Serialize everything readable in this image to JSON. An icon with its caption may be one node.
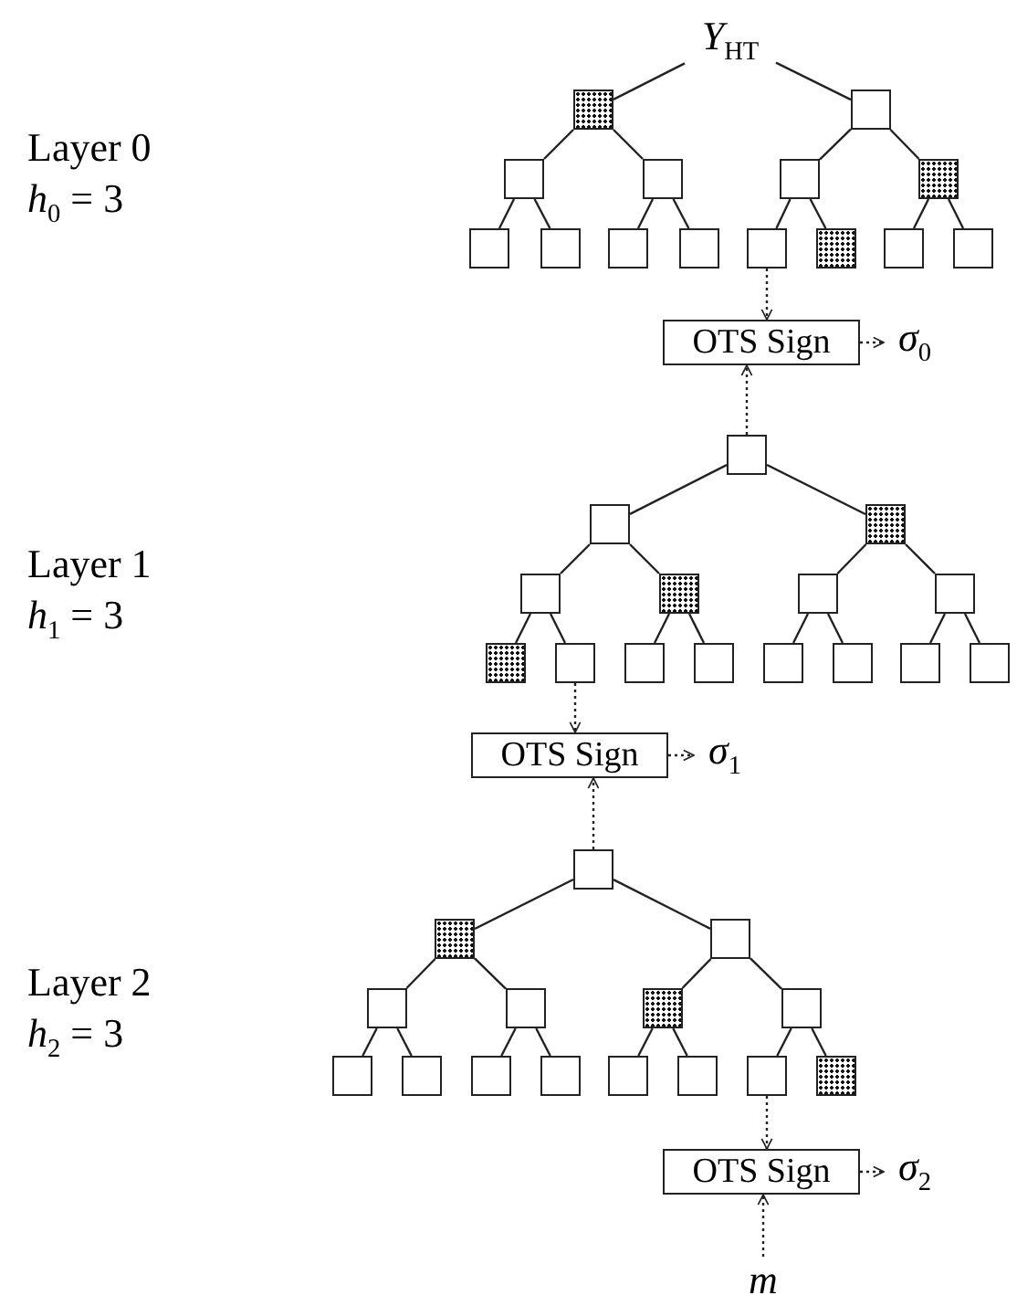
{
  "diagram": {
    "nodes": [
      {
        "text": [
          "Y$_{HT}$"
        ]
      },
      {
        "text": [],
        "shape": "box"
      },
      {
        "text": [],
        "shape": "box"
      },
      {
        "text": [],
        "shape": "box"
      },
      {
        "text": [],
        "shape": "box"
      },
      {
        "text": [],
        "shape": "box"
      },
      {
        "text": [],
        "shape": "box"
      },
      {
        "text": [],
        "shape": "box"
      },
      {
        "text": [],
        "shape": "box"
      },
      {
        "text": [],
        "shape": "box"
      },
      {
        "text": [],
        "shape": "box"
      },
      {
        "text": [],
        "shape": "box"
      },
      {
        "text": [],
        "shape": "box"
      },
      {
        "text": [],
        "shape": "box"
      },
      {
        "text": [],
        "shape": "box"
      },
      {
        "text": [
          "OTS Sign"
        ]
      },
      {
        "text": [
          "σ$_{0}$"
        ]
      },
      {
        "text": [],
        "shape": "box"
      },
      {
        "text": [],
        "shape": "box"
      },
      {
        "text": [],
        "shape": "box"
      },
      {
        "text": [],
        "shape": "box"
      },
      {
        "text": [],
        "shape": "box"
      },
      {
        "text": [],
        "shape": "box"
      },
      {
        "text": [],
        "shape": "box"
      },
      {
        "text": [],
        "shape": "box"
      },
      {
        "text": [],
        "shape": "box"
      },
      {
        "text": [],
        "shape": "box"
      },
      {
        "text": [],
        "shape": "box"
      },
      {
        "text": [],
        "shape": "box"
      },
      {
        "text": [],
        "shape": "box"
      },
      {
        "text": [],
        "shape": "box"
      },
      {
        "text": [],
        "shape": "box"
      },
      {
        "text": [
          "OTS Sign"
        ]
      },
      {
        "text": [
          "σ$_{1}$"
        ]
      },
      {
        "text": [],
        "shape": "box"
      },
      {
        "text": [],
        "shape": "box"
      },
      {
        "text": [],
        "shape": "box"
      },
      {
        "text": [],
        "shape": "box"
      },
      {
        "text": [],
        "shape": "box"
      },
      {
        "text": [],
        "shape": "box"
      },
      {
        "text": [],
        "shape": "box"
      },
      {
        "text": [],
        "shape": "box"
      },
      {
        "text": [],
        "shape": "box"
      },
      {
        "text": [],
        "shape": "box"
      },
      {
        "text": [],
        "shape": "box"
      },
      {
        "text": [],
        "shape": "box"
      },
      {
        "text": [],
        "shape": "box"
      },
      {
        "text": [],
        "shape": "box"
      },
      {
        "text": [],
        "shape": "box"
      },
      {
        "text": [
          "OTS Sign"
        ]
      },
      {
        "text": [
          "σ$_{2}$"
        ]
      },
      {
        "text": [
          "m"
        ]
      }
    ],
    "edges": [
      {
        "from": 0,
        "to": 1,
        "arrow": "none"
      },
      {
        "from": 0,
        "to": 2,
        "arrow": "none"
      },
      {
        "from": 1,
        "to": 3,
        "arrow": "none"
      },
      {
        "from": 1,
        "to": 4,
        "arrow": "none"
      },
      {
        "from": 2,
        "to": 5,
        "arrow": "none"
      },
      {
        "from": 2,
        "to": 6,
        "arrow": "none"
      },
      {
        "from": 3,
        "to": 7,
        "arrow": "none"
      },
      {
        "from": 3,
        "to": 8,
        "arrow": "none"
      },
      {
        "from": 4,
        "to": 9,
        "arrow": "none"
      },
      {
        "from": 4,
        "to": 10,
        "arrow": "none"
      },
      {
        "from": 5,
        "to": 11,
        "arrow": "none"
      },
      {
        "from": 5,
        "to": 12,
        "arrow": "none"
      },
      {
        "from": 6,
        "to": 13,
        "arrow": "none"
      },
      {
        "from": 6,
        "to": 14,
        "arrow": "none"
      },
      {
        "from": 11,
        "to": 15,
        "arrow": "to",
        "style": "dashed"
      },
      {
        "from": 15,
        "to": 16,
        "arrow": "to",
        "style": "dashed"
      },
      {
        "from": 17,
        "to": 15,
        "arrow": "to",
        "style": "dashed"
      },
      {
        "from": 17,
        "to": 18,
        "arrow": "none"
      },
      {
        "from": 17,
        "to": 19,
        "arrow": "none"
      },
      {
        "from": 18,
        "to": 20,
        "arrow": "none"
      },
      {
        "from": 18,
        "to": 21,
        "arrow": "none"
      },
      {
        "from": 19,
        "to": 22,
        "arrow": "none"
      },
      {
        "from": 19,
        "to": 23,
        "arrow": "none"
      },
      {
        "from": 20,
        "to": 24,
        "arrow": "none"
      },
      {
        "from": 20,
        "to": 25,
        "arrow": "none"
      },
      {
        "from": 21,
        "to": 26,
        "arrow": "none"
      },
      {
        "from": 21,
        "to": 27,
        "arrow": "none"
      },
      {
        "from": 22,
        "to": 28,
        "arrow": "none"
      },
      {
        "from": 22,
        "to": 29,
        "arrow": "none"
      },
      {
        "from": 23,
        "to": 30,
        "arrow": "none"
      },
      {
        "from": 23,
        "to": 31,
        "arrow": "none"
      },
      {
        "from": 25,
        "to": 32,
        "arrow": "to",
        "style": "dashed"
      },
      {
        "from": 32,
        "to": 33,
        "arrow": "to",
        "style": "dashed"
      },
      {
        "from": 34,
        "to": 32,
        "arrow": "to",
        "style": "dashed"
      },
      {
        "from": 34,
        "to": 35,
        "arrow": "none"
      },
      {
        "from": 34,
        "to": 36,
        "arrow": "none"
      },
      {
        "from": 35,
        "to": 37,
        "arrow": "none"
      },
      {
        "from": 35,
        "to": 38,
        "arrow": "none"
      },
      {
        "from": 36,
        "to": 39,
        "arrow": "none"
      },
      {
        "from": 36,
        "to": 40,
        "arrow": "none"
      },
      {
        "from": 37,
        "to": 41,
        "arrow": "none"
      },
      {
        "from": 37,
        "to": 42,
        "arrow": "none"
      },
      {
        "from": 38,
        "to": 43,
        "arrow": "none"
      },
      {
        "from": 38,
        "to": 44,
        "arrow": "none"
      },
      {
        "from": 39,
        "to": 45,
        "arrow": "none"
      },
      {
        "from": 39,
        "to": 46,
        "arrow": "none"
      },
      {
        "from": 40,
        "to": 47,
        "arrow": "none"
      },
      {
        "from": 40,
        "to": 48,
        "arrow": "none"
      },
      {
        "from": 47,
        "to": 49,
        "arrow": "to",
        "style": "dashed"
      },
      {
        "from": 49,
        "to": 50,
        "arrow": "to",
        "style": "dashed"
      },
      {
        "from": 51,
        "to": 49,
        "arrow": "to",
        "style": "dashed"
      }
    ],
    "labels": [
      "Layer 0",
      "*h*$_{0}$ = 3",
      "Layer 1",
      "*h*$_{1}$ = 3",
      "Layer 2",
      "*h*$_{2}$ = 3"
    ]
  }
}
